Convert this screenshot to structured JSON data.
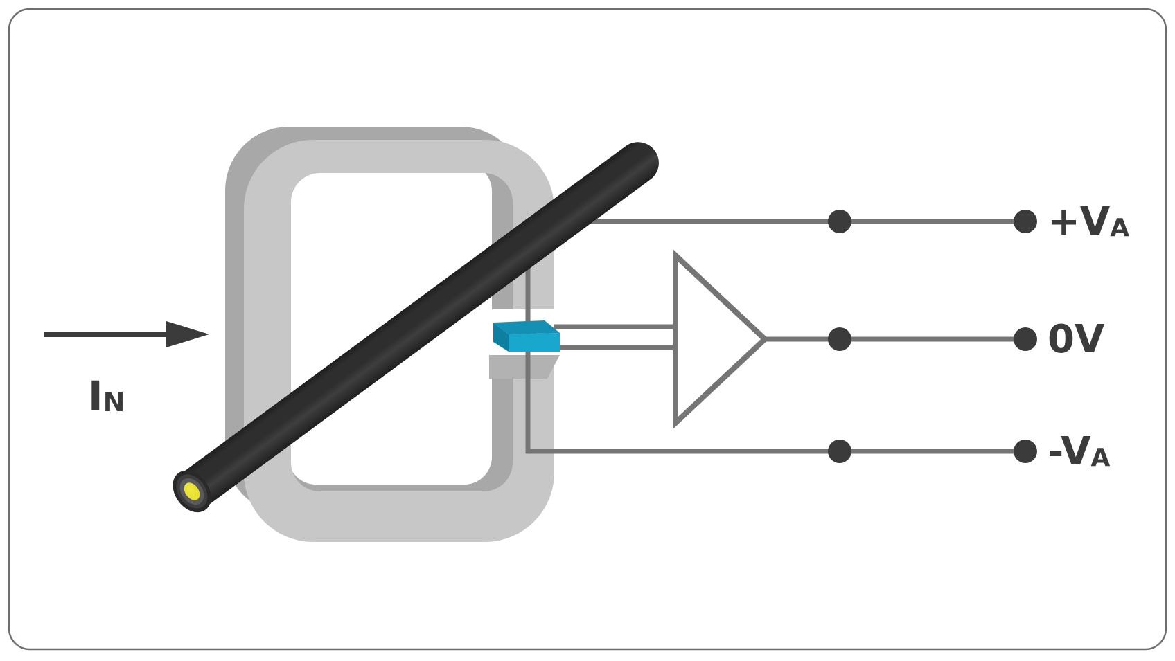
{
  "labels": {
    "input_current": {
      "base": "I",
      "sub": "N"
    },
    "terminal_va_plus": {
      "base": "+V",
      "sub": "A"
    },
    "terminal_0v": {
      "base": "0V",
      "sub": ""
    },
    "terminal_va_minus": {
      "base": "-V",
      "sub": "A"
    }
  },
  "colors": {
    "frame_border": "#6e6e6e",
    "wire_gray": "#757575",
    "dot_dark": "#3b3b3b",
    "label_text": "#3b3b3b",
    "arrow_dark": "#3b3b3b",
    "core_back_gray": "#a8a8a8",
    "core_front_gray": "#c7c7c7",
    "core_gap_white": "#ffffff",
    "core_shadow_gray": "#b2b2b2",
    "hall_top_teal": "#1590b5",
    "hall_front_teal": "#18a7cd",
    "hall_side_teal": "#0d7fa0",
    "cable_edge_dark": "#1f1f1f",
    "cable_body_dark": "#2e2e2e",
    "cable_highlight": "#3e3e3e",
    "cap_outer_dark": "#29292a",
    "cap_ring_mid": "#3d3d3e",
    "cap_sheath_gray": "#5a5a5c",
    "cap_conductor_yellow": "#e8e030",
    "amp_fill": "#ffffff"
  }
}
